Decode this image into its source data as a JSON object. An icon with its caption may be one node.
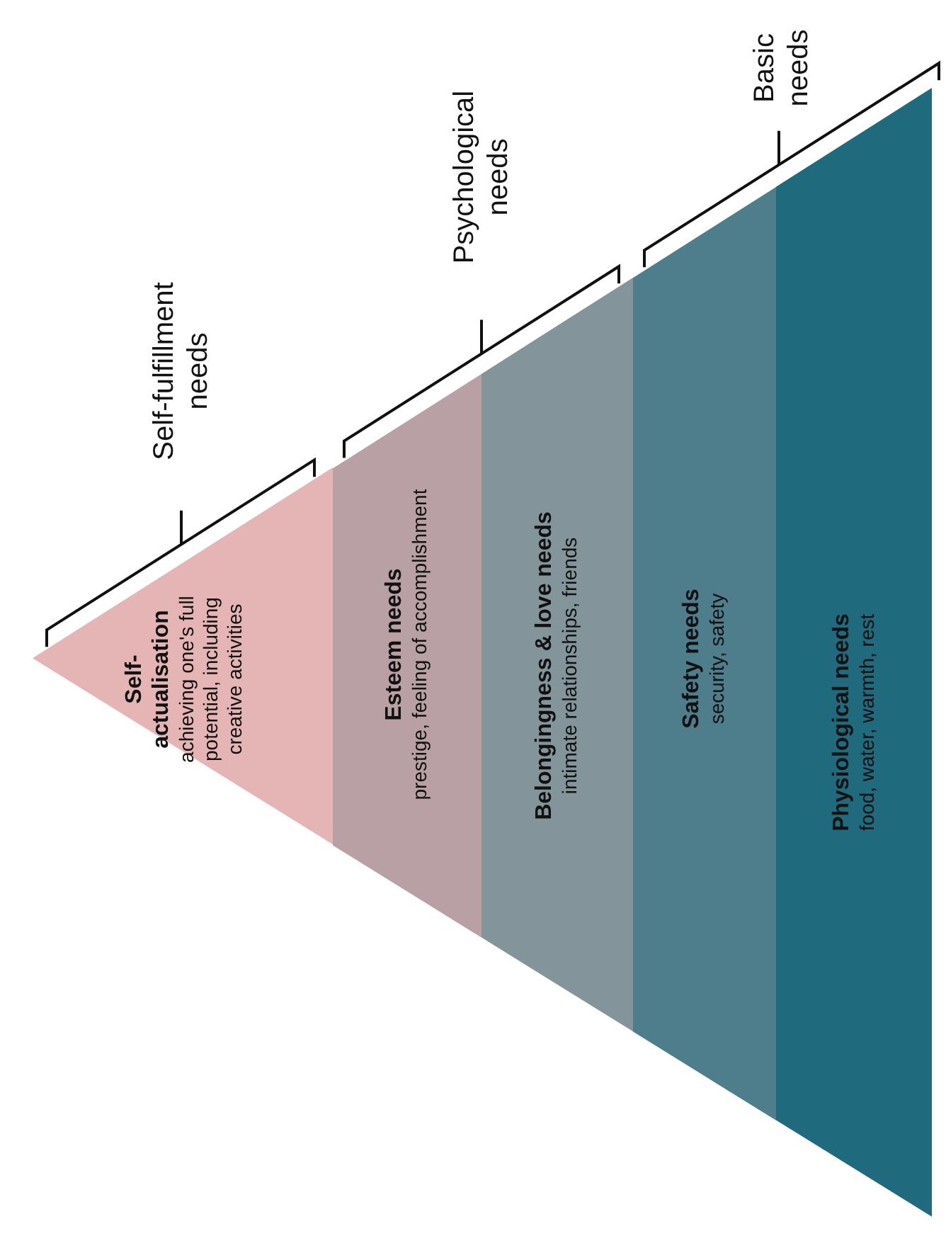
{
  "diagram": {
    "nodes": [
      {
        "text": [
          "Self-actualisation",
          "achieving one's full potential, including creative activities"
        ]
      },
      {
        "text": [
          "Esteem needs",
          "prestige, feeling of accomplishment"
        ]
      },
      {
        "text": [
          "Belongingness & love needs",
          "intimate relationships, friends"
        ]
      },
      {
        "text": [
          "Safety needs",
          "security, safety"
        ]
      },
      {
        "text": [
          "Physiological needs",
          "food, water, warmth, rest"
        ]
      }
    ],
    "labels": [
      "Self-fulfillment needs",
      "Psychological needs",
      "Basic needs"
    ]
  }
}
